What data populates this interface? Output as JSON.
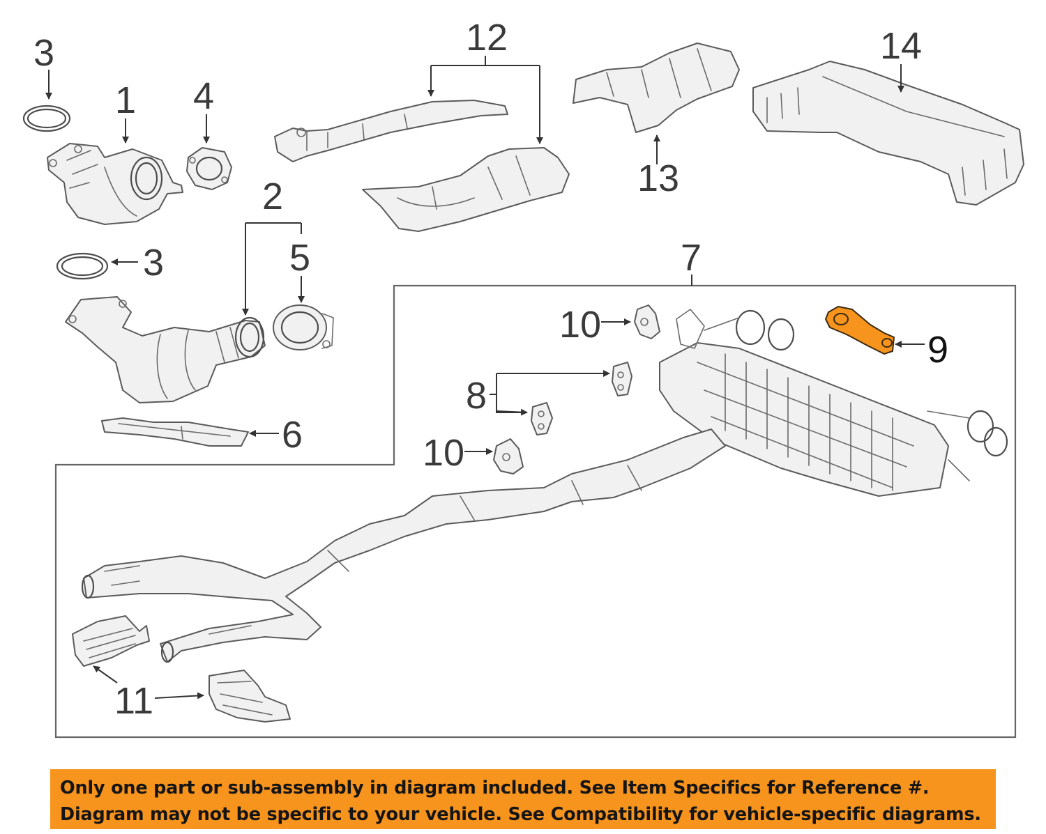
{
  "diagram": {
    "callouts": {
      "c1": "1",
      "c2": "2",
      "c3a": "3",
      "c3b": "3",
      "c4": "4",
      "c5": "5",
      "c6": "6",
      "c7": "7",
      "c8": "8",
      "c9": "9",
      "c10a": "10",
      "c10b": "10",
      "c11": "11",
      "c12": "12",
      "c13": "13",
      "c14": "14"
    },
    "highlight_color": "#f7941d"
  },
  "banner": {
    "line1": "Only one part or sub-assembly in diagram included. See Item Specifics for Reference #.",
    "line2": "Diagram may not be specific to your vehicle. See Compatibility for vehicle-specific diagrams.",
    "background_color": "#f7941d"
  }
}
